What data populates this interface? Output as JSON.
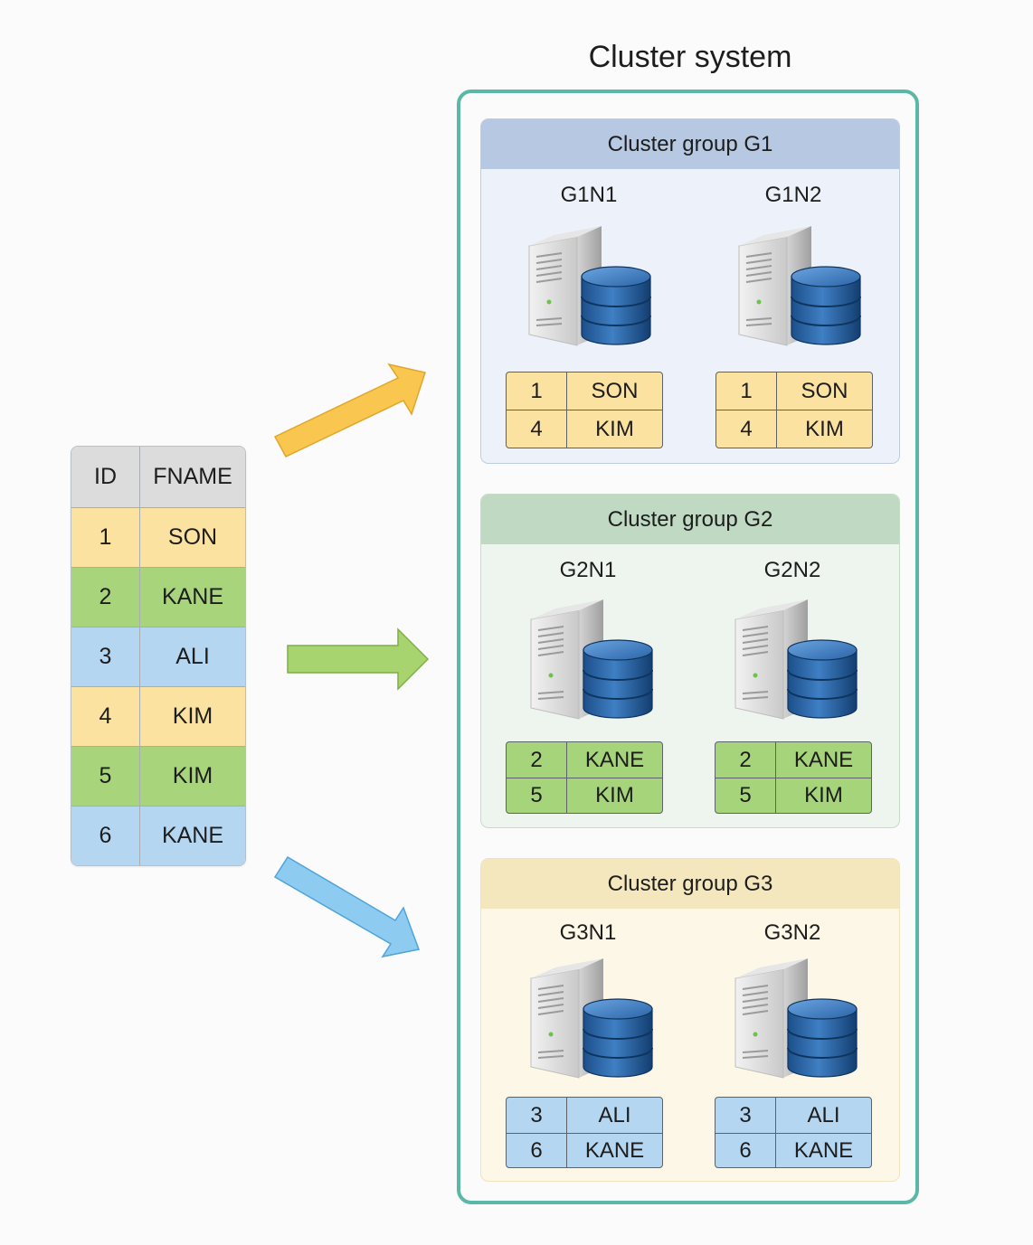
{
  "source_table": {
    "headers": [
      "ID",
      "FNAME"
    ],
    "rows": [
      {
        "id": "1",
        "fname": "SON",
        "color": "#fbe2a1"
      },
      {
        "id": "2",
        "fname": "KANE",
        "color": "#a8d57c"
      },
      {
        "id": "3",
        "fname": "ALI",
        "color": "#b5d6f1"
      },
      {
        "id": "4",
        "fname": "KIM",
        "color": "#fbe2a1"
      },
      {
        "id": "5",
        "fname": "KIM",
        "color": "#a8d57c"
      },
      {
        "id": "6",
        "fname": "KANE",
        "color": "#b5d6f1"
      }
    ]
  },
  "arrows": [
    {
      "color": "#f9c74f",
      "target": "Cluster group G1"
    },
    {
      "color": "#a7d46f",
      "target": "Cluster group G2"
    },
    {
      "color": "#8ecbf0",
      "target": "Cluster group G3"
    }
  ],
  "cluster_system": {
    "title": "Cluster system",
    "frame_color": "#5bb8a6",
    "groups": [
      {
        "title": "Cluster group G1",
        "nodes": [
          {
            "name": "G1N1",
            "rows": [
              [
                "1",
                "SON"
              ],
              [
                "4",
                "KIM"
              ]
            ]
          },
          {
            "name": "G1N2",
            "rows": [
              [
                "1",
                "SON"
              ],
              [
                "4",
                "KIM"
              ]
            ]
          }
        ]
      },
      {
        "title": "Cluster group G2",
        "nodes": [
          {
            "name": "G2N1",
            "rows": [
              [
                "2",
                "KANE"
              ],
              [
                "5",
                "KIM"
              ]
            ]
          },
          {
            "name": "G2N2",
            "rows": [
              [
                "2",
                "KANE"
              ],
              [
                "5",
                "KIM"
              ]
            ]
          }
        ]
      },
      {
        "title": "Cluster group G3",
        "nodes": [
          {
            "name": "G3N1",
            "rows": [
              [
                "3",
                "ALI"
              ],
              [
                "6",
                "KANE"
              ]
            ]
          },
          {
            "name": "G3N2",
            "rows": [
              [
                "3",
                "ALI"
              ],
              [
                "6",
                "KANE"
              ]
            ]
          }
        ]
      }
    ]
  },
  "icons": {
    "server": "server-tower-icon",
    "database": "database-cylinder-icon"
  }
}
